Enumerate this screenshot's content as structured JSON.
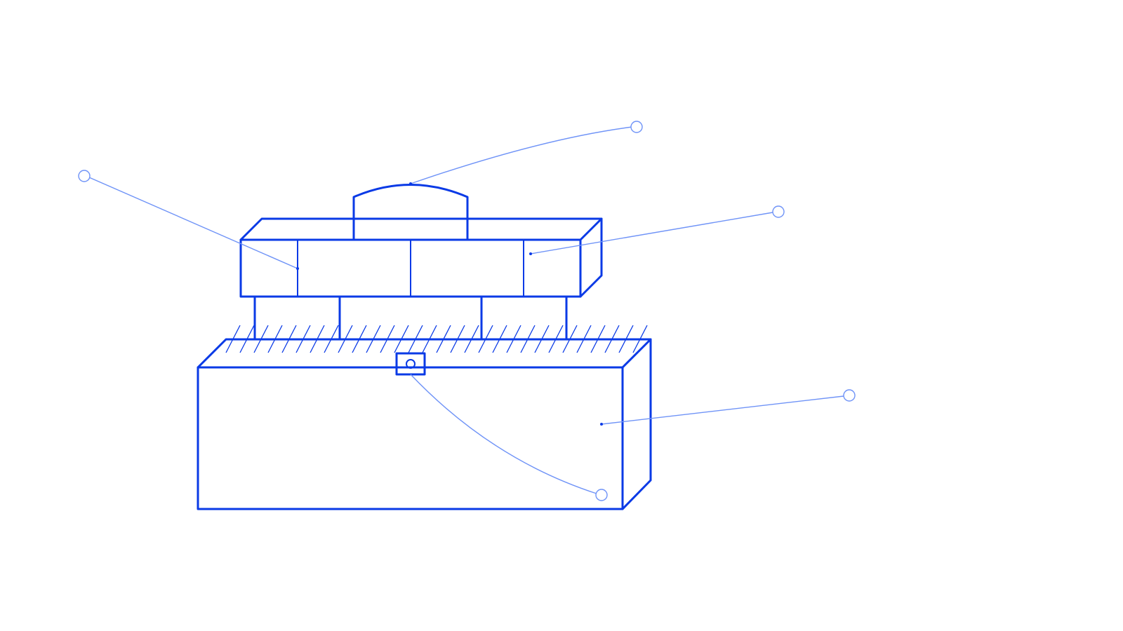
{
  "diagram": {
    "colors": {
      "line": "#0a3ae6",
      "leader": "#6f93f7",
      "background": "#ffffff"
    },
    "parts": [
      "base-block",
      "ground-hatch",
      "support-legs",
      "upper-beam",
      "dome-cap",
      "connector-socket"
    ],
    "callouts": [
      {
        "id": "callout-dome",
        "label": ""
      },
      {
        "id": "callout-beam-left",
        "label": ""
      },
      {
        "id": "callout-beam-right",
        "label": ""
      },
      {
        "id": "callout-base",
        "label": ""
      },
      {
        "id": "callout-socket",
        "label": ""
      }
    ]
  }
}
